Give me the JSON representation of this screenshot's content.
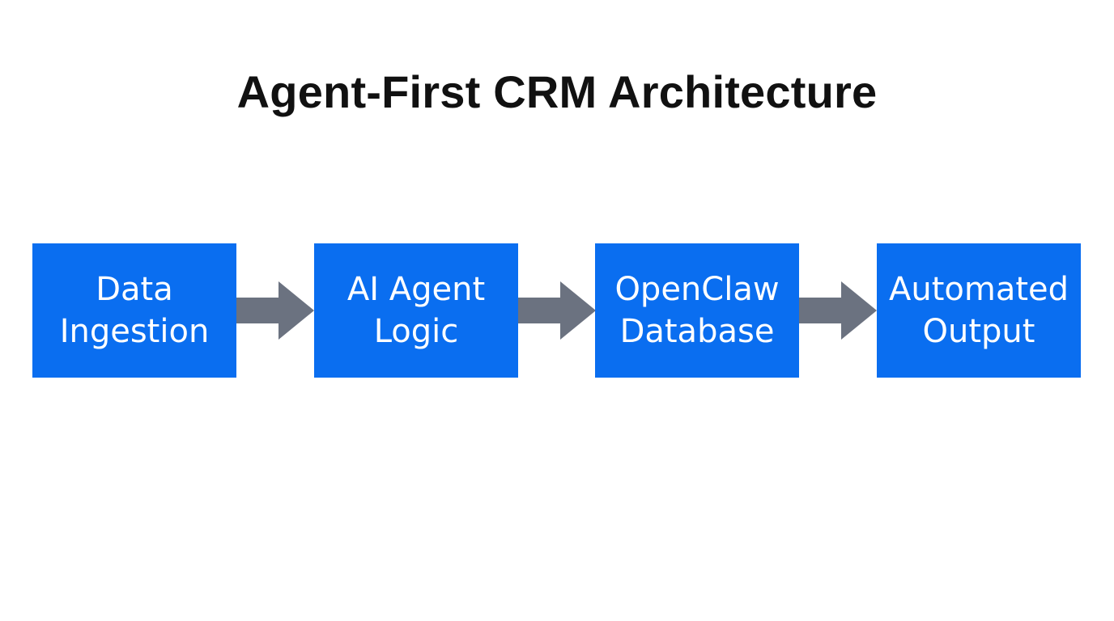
{
  "title": "Agent-First CRM Architecture",
  "colors": {
    "box_fill": "#0a6ef0",
    "box_text": "#ffffff",
    "arrow_fill": "#6b7280",
    "title_text": "#111111",
    "background": "#ffffff"
  },
  "flow": {
    "steps": [
      {
        "label": "Data\nIngestion"
      },
      {
        "label": "AI Agent\nLogic"
      },
      {
        "label": "OpenClaw\nDatabase"
      },
      {
        "label": "Automated\nOutput"
      }
    ],
    "arrows": [
      {
        "icon": "arrow-right-icon"
      },
      {
        "icon": "arrow-right-icon"
      },
      {
        "icon": "arrow-right-icon"
      }
    ]
  }
}
